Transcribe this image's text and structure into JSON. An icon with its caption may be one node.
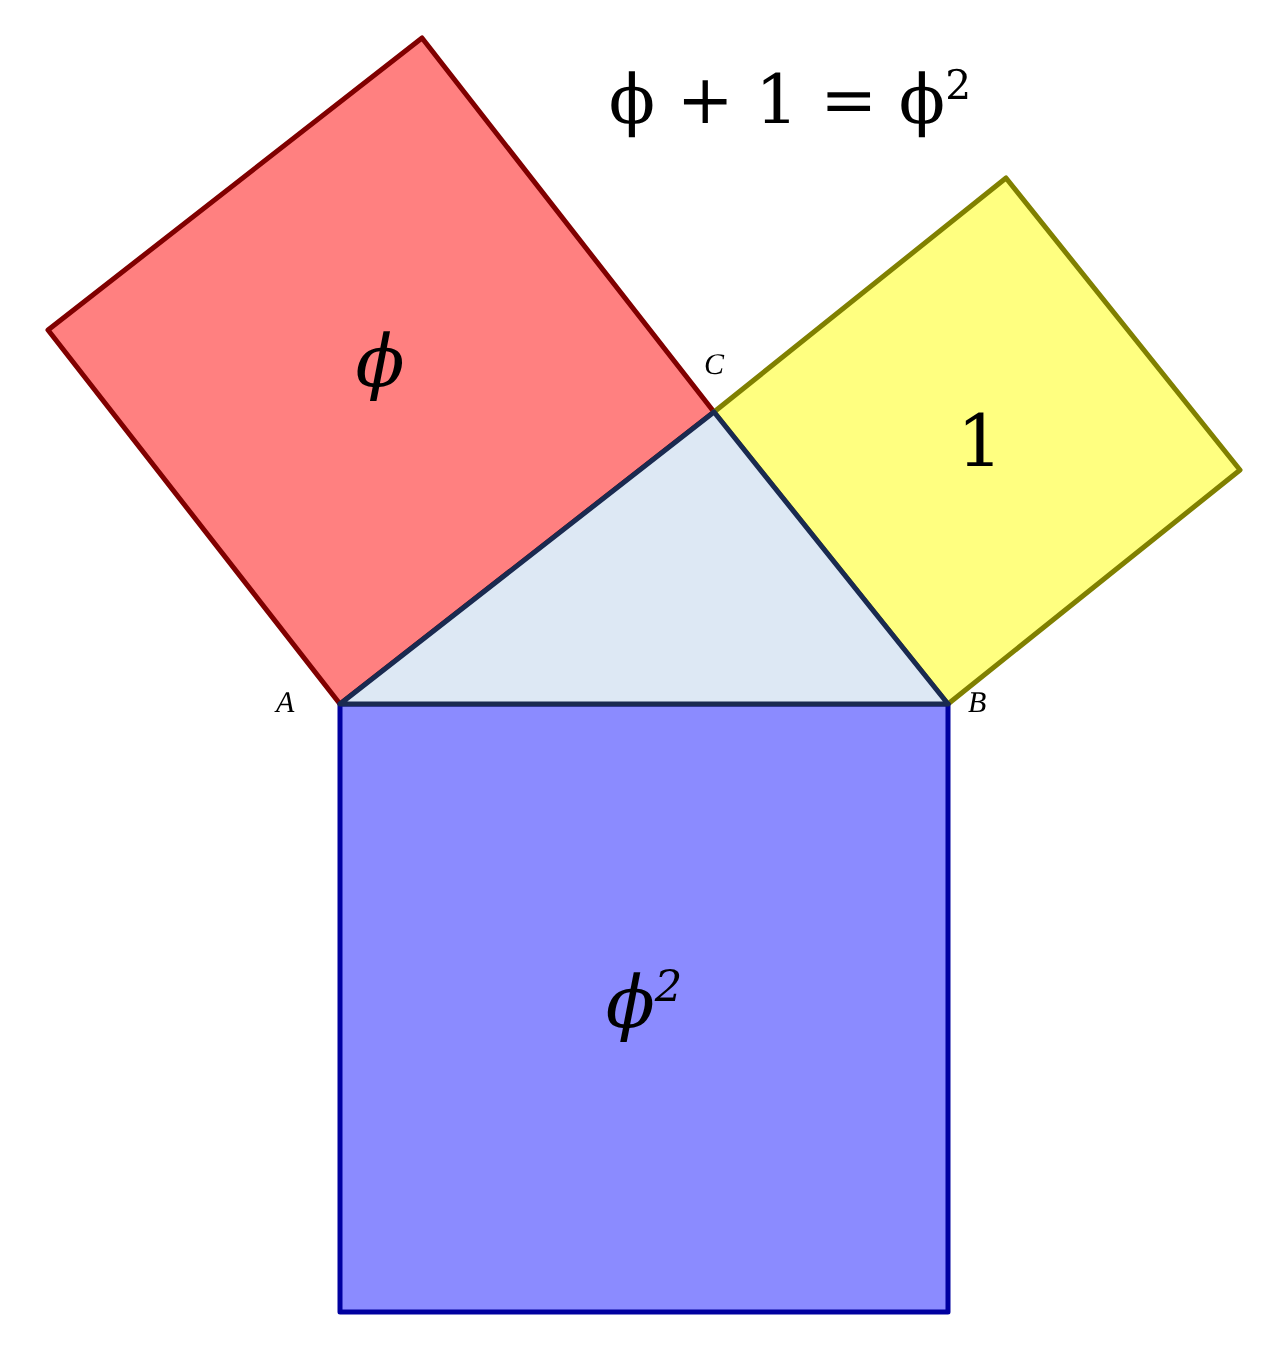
{
  "diagram": {
    "title": "ϕ + 1 = ϕ$^{2}$",
    "nodes": [
      {
        "text": [
          "ϕ"
        ]
      },
      {
        "text": [
          "1"
        ]
      },
      {
        "text": [
          "ϕ$^{2}$"
        ]
      },
      {
        "text": [],
        "shape": "triangle"
      }
    ],
    "labels": [
      "C",
      "A",
      "B"
    ]
  }
}
